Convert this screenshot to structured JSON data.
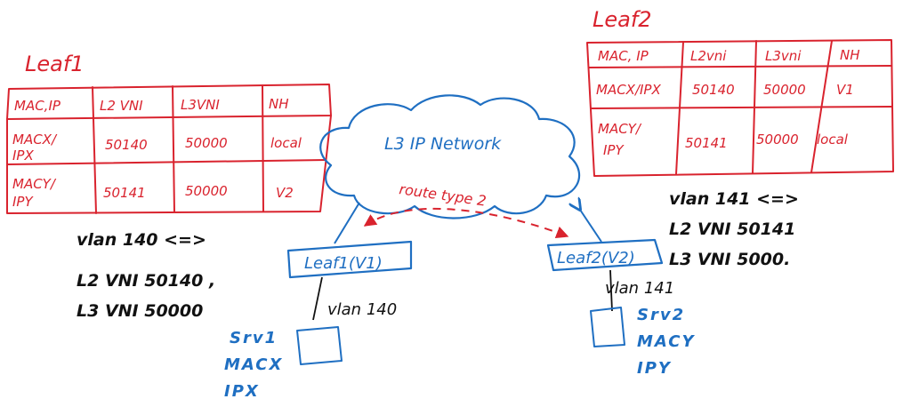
{
  "colors": {
    "leaf_tables": "#d9232e",
    "network": "#1f6fc2",
    "annotations": "#111111",
    "background": "#ffffff"
  },
  "leaf1": {
    "title": "Leaf1",
    "headers": [
      "MAC,IP",
      "L2 VNI",
      "L3VNI",
      "NH"
    ],
    "rows": [
      {
        "mac_ip": [
          "MACX/",
          "IPX"
        ],
        "l2vni": "50140",
        "l3vni": "50000",
        "nh": "local"
      },
      {
        "mac_ip": [
          "MACY/",
          "IPY"
        ],
        "l2vni": "50141",
        "l3vni": "50000",
        "nh": "V2"
      }
    ],
    "notes": [
      "vlan 140 <=>",
      "L2 VNI 50140 ,",
      "L3 VNI 50000"
    ]
  },
  "leaf2": {
    "title": "Leaf2",
    "headers": [
      "MAC, IP",
      "L2vni",
      "L3vni",
      "NH"
    ],
    "rows": [
      {
        "mac_ip": [
          "MACX/IPX"
        ],
        "l2vni": "50140",
        "l3vni": "50000",
        "nh": "V1"
      },
      {
        "mac_ip": [
          "MACY/",
          "IPY"
        ],
        "l2vni": "50141",
        "l3vni": "50000",
        "nh": "local"
      }
    ],
    "notes": [
      "vlan 141 <=>",
      "L2 VNI 50141",
      "L3 VNI 5000."
    ]
  },
  "network": {
    "label": "L3 IP Network",
    "route_label": "route type 2"
  },
  "nodes": {
    "leaf1": {
      "label": "Leaf1(V1)",
      "vlan": "vlan 140"
    },
    "leaf2": {
      "label": "Leaf2(V2)",
      "vlan": "vlan 141"
    }
  },
  "servers": {
    "srv1": {
      "lines": [
        "Srv1",
        "MACX",
        "IPX"
      ]
    },
    "srv2": {
      "lines": [
        "Srv2",
        "MACY",
        "IPY"
      ]
    }
  }
}
